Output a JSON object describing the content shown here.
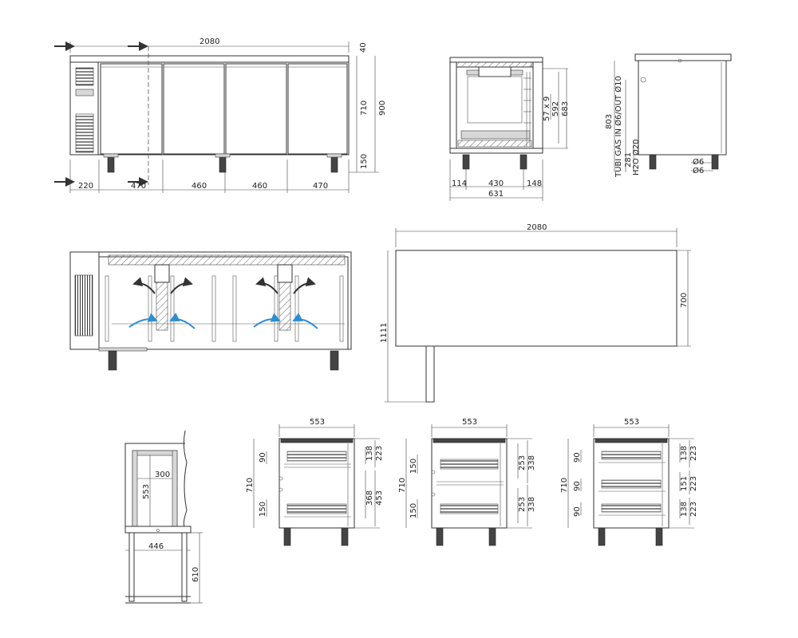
{
  "front_view": {
    "overall_width": "2080",
    "top_thickness": "40",
    "compartment_height": "710",
    "overall_height": "900",
    "leg_height": "150",
    "segment_widths": [
      "220",
      "470",
      "460",
      "460",
      "470"
    ]
  },
  "side_section": {
    "shelf_pitch": "57 x 9",
    "inner_height": "592",
    "inner_height_total": "683",
    "depth_segments": [
      "114",
      "430",
      "148"
    ],
    "overall_depth": "631"
  },
  "side_view": {
    "height": "803",
    "gas_label": "TUBI GAS IN Ø6/OUT Ø10",
    "gas_height": "281",
    "water_label": "H2O Ø20",
    "pipe_in": "Ø6",
    "pipe_out": "Ø6"
  },
  "plan_view": {
    "width": "2080",
    "depth": "700",
    "total_depth": "1111"
  },
  "tray_detail": {
    "inner_width": "300",
    "inner_height": "553",
    "outer_width": "446",
    "leg_height": "610"
  },
  "section_a": {
    "width": "553",
    "height": "710",
    "gap_top": "90",
    "gap_bottom": "150",
    "drawer_1": "138",
    "drawer_1_total": "223",
    "drawer_2": "368",
    "drawer_2_total": "453"
  },
  "section_b": {
    "width": "553",
    "height": "710",
    "gap_top": "150",
    "gap_bottom": "150",
    "drawer_1": "253",
    "drawer_1_total": "338",
    "drawer_2": "253",
    "drawer_2_total": "338"
  },
  "section_c": {
    "width": "553",
    "height": "710",
    "gap_1": "90",
    "gap_2": "90",
    "gap_3": "90",
    "drawer_1": "138",
    "drawer_1_total": "223",
    "drawer_2": "151",
    "drawer_2_total": "223",
    "drawer_3": "138",
    "drawer_3_total": "223"
  }
}
